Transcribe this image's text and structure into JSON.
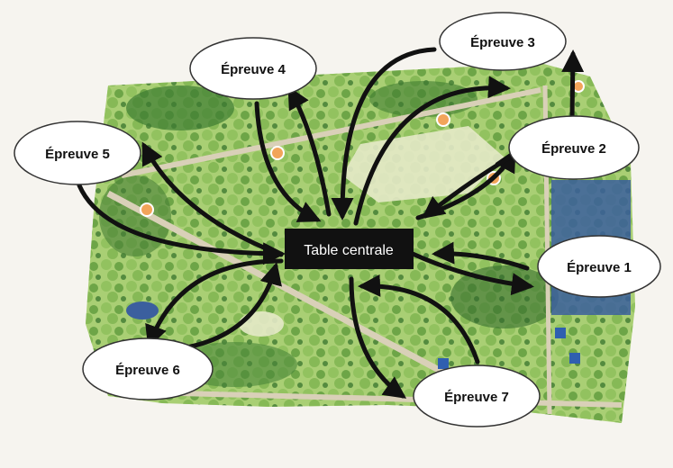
{
  "central_label": "Table centrale",
  "stations": [
    {
      "label": "Épreuve 1"
    },
    {
      "label": "Épreuve 2"
    },
    {
      "label": "Épreuve 3"
    },
    {
      "label": "Épreuve 4"
    },
    {
      "label": "Épreuve 5"
    },
    {
      "label": "Épreuve 6"
    },
    {
      "label": "Épreuve 7"
    }
  ],
  "colors": {
    "background": "#f6f4ef",
    "forest_light": "#a9cf74",
    "forest_mid": "#6fa645",
    "forest_dark": "#2f6b2c",
    "clearing": "#e4e9c8",
    "path": "#d9d0b8",
    "water": "#3b5f9e",
    "station_fill": "#ffffff",
    "label_box": "#111111",
    "label_text": "#ffffff",
    "arrow": "#111111",
    "marker": "#f2a45a"
  }
}
